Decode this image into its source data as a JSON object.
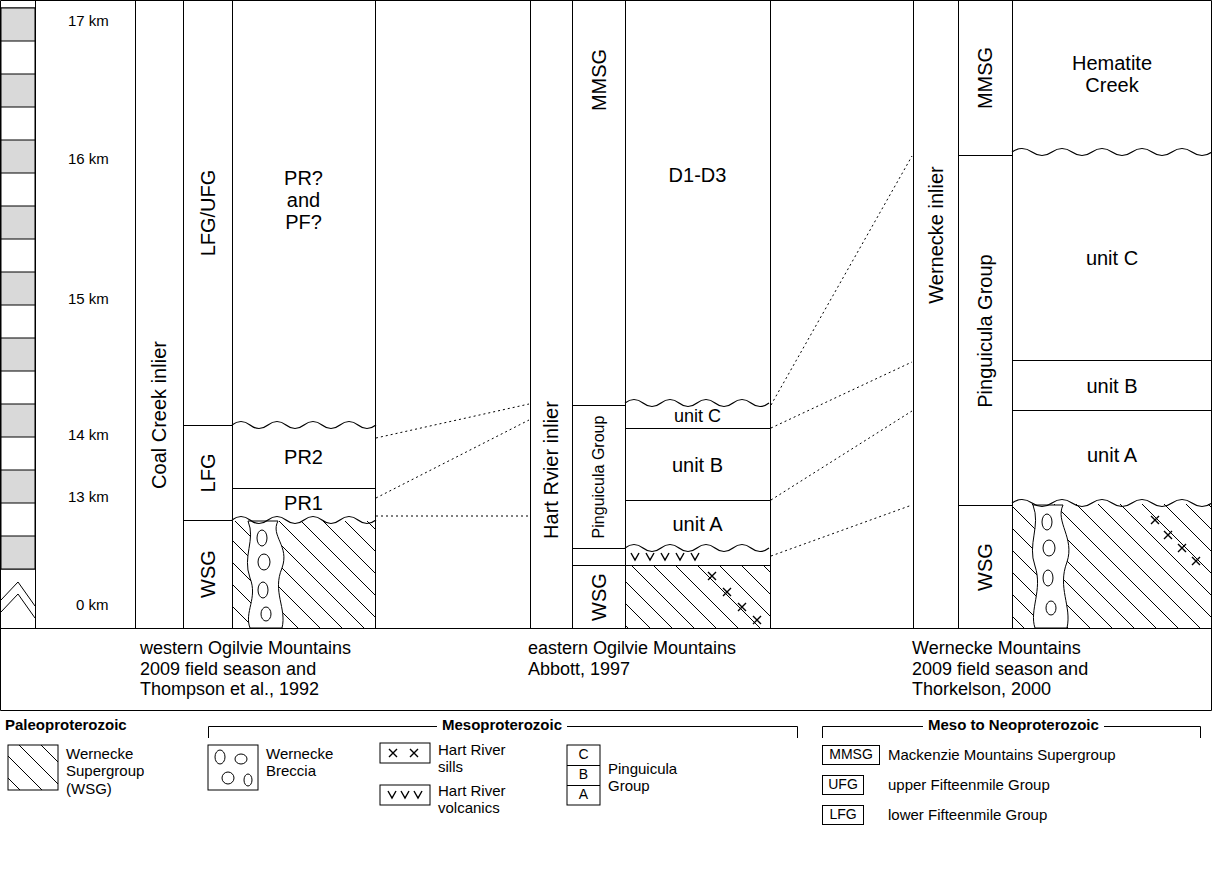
{
  "diagram": {
    "nodes": [
      {
        "text": [
          "Coal Creek inlier"
        ]
      },
      {
        "text": [
          "LFG/UFG"
        ]
      },
      {
        "text": [
          "LFG"
        ]
      },
      {
        "text": [
          "WSG"
        ]
      },
      {
        "text": [
          "PR? and PF?"
        ]
      },
      {
        "text": [
          "PR2"
        ]
      },
      {
        "text": [
          "PR1"
        ]
      },
      {
        "text": [
          "Hart Rvier inlier"
        ]
      },
      {
        "text": [
          "MMSG"
        ]
      },
      {
        "text": [
          "Pinguicula Group"
        ]
      },
      {
        "text": [
          "WSG"
        ]
      },
      {
        "text": [
          "D1-D3"
        ]
      },
      {
        "text": [
          "unit C"
        ]
      },
      {
        "text": [
          "unit B"
        ]
      },
      {
        "text": [
          "unit A"
        ]
      },
      {
        "text": [
          "Wernecke inlier"
        ]
      },
      {
        "text": [
          "MMSG"
        ]
      },
      {
        "text": [
          "Pinguicula Group"
        ]
      },
      {
        "text": [
          "WSG"
        ]
      },
      {
        "text": [
          "Hematite Creek"
        ]
      },
      {
        "text": [
          "unit C"
        ]
      },
      {
        "text": [
          "unit B"
        ]
      },
      {
        "text": [
          "unit A"
        ]
      },
      {
        "text": [
          "C",
          "B",
          "A"
        ]
      },
      {
        "text": [
          "MMSG"
        ]
      },
      {
        "text": [
          "UFG"
        ]
      },
      {
        "text": [
          "LFG"
        ]
      }
    ],
    "labels": [
      "17 km",
      "16 km",
      "15 km",
      "14 km",
      "13 km",
      "0 km",
      "western Ogilvie Mountains 2009 field season and Thompson et al., 1992",
      "eastern Ogilvie Mountains Abbott, 1997",
      "Wernecke Mountains 2009 field season and Thorkelson, 2000",
      "Paleoproterozoic",
      "Mesoproterozoic",
      "Meso to Neoproterozoic"
    ],
    "legend": [
      {
        "text": "Wernecke Supergroup (WSG)"
      },
      {
        "text": "Wernecke Breccia"
      },
      {
        "text": "Hart River sills"
      },
      {
        "text": "Hart River volcanics"
      },
      {
        "text": "Pinguicula Group"
      },
      {
        "text": "Mackenzie Mountains Supergroup"
      },
      {
        "text": "upper Fifteenmile Group"
      },
      {
        "text": "lower Fifteenmile Group"
      }
    ]
  }
}
